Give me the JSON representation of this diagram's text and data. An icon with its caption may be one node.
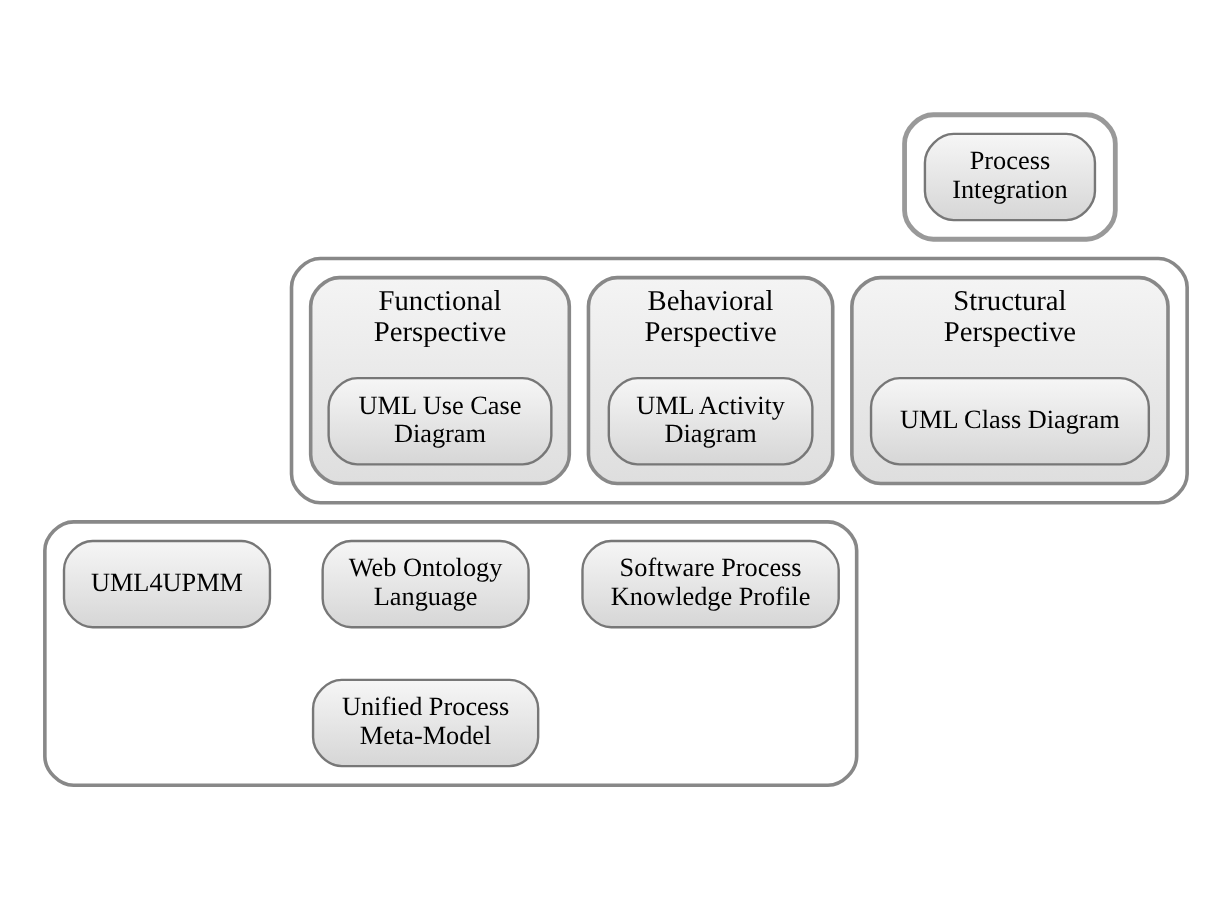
{
  "diagram": {
    "nodes": [
      {
        "text": [],
        "shape": "triangle"
      },
      {
        "text": [
          "Process Integration"
        ],
        "in": 0
      },
      {
        "text": [],
        "shape": "box"
      },
      {
        "text": [
          "Structural Perspective"
        ],
        "in": 2
      },
      {
        "text": [
          "UML Class Diagram"
        ],
        "in": 3
      },
      {
        "text": [
          "Behavioral Perspective"
        ],
        "in": 2
      },
      {
        "text": [
          "UML Activity Diagram"
        ],
        "in": 5
      },
      {
        "text": [
          "Functional Perspective"
        ],
        "in": 2
      },
      {
        "text": [
          "UML Use Case Diagram"
        ],
        "in": 7
      },
      {
        "text": [],
        "shape": "box"
      },
      {
        "text": [
          "Software Process Knowledge Profile"
        ],
        "in": 9
      },
      {
        "text": [
          "Web Ontology Language"
        ],
        "in": 9
      },
      {
        "text": [
          "UML4UPMM"
        ],
        "in": 9
      },
      {
        "text": [
          "Unified Process Meta-Model"
        ],
        "in": 9
      }
    ],
    "edges": []
  }
}
